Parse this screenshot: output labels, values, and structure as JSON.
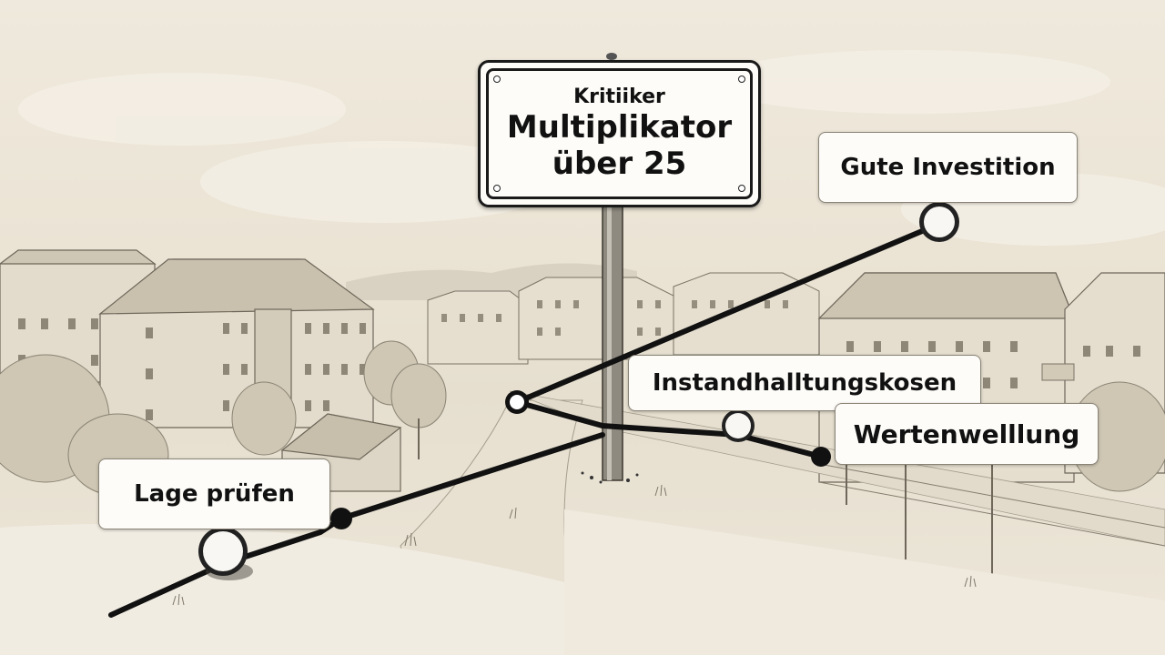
{
  "scene": {
    "description": "Sketched street scene with apartment buildings and a signpost connected to labeled nodes",
    "colors": {
      "background": "#ece6d8",
      "ink": "#111111",
      "label_fill": "#fdfcf9"
    }
  },
  "sign": {
    "line1": "Kritiiker",
    "line2": "Multiplikator",
    "line3": "über 25"
  },
  "labels": [
    {
      "id": "gute-investition",
      "text": "Gute Investition"
    },
    {
      "id": "instandhaltungskosten",
      "text": "Instandhalltungskosen"
    },
    {
      "id": "wertentwicklung",
      "text": "Wertenwelllung"
    },
    {
      "id": "lage-pruefen",
      "text": "Lage prüfen"
    }
  ]
}
